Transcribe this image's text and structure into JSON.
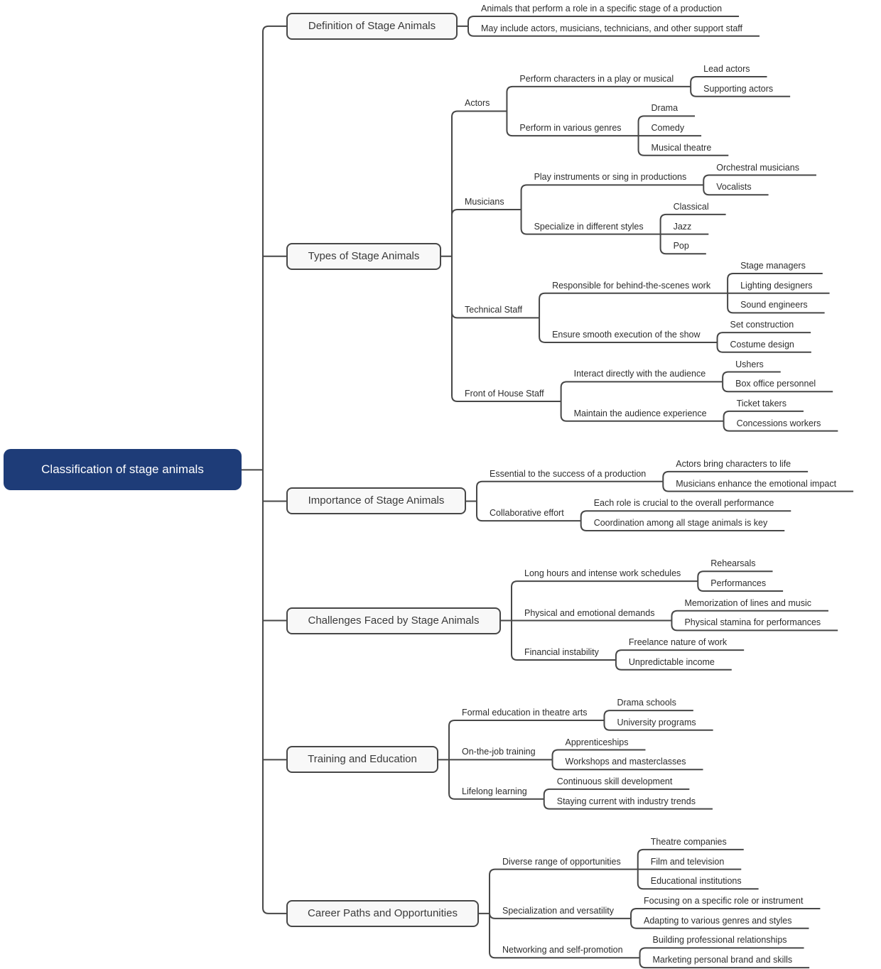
{
  "root": {
    "label": "Classification of stage animals"
  },
  "branches": [
    {
      "label": "Definition of Stage Animals",
      "children": [
        {
          "label": "Animals that perform a role in a specific stage of a production"
        },
        {
          "label": "May include actors, musicians, technicians, and other support staff"
        }
      ]
    },
    {
      "label": "Types of Stage Animals",
      "children": [
        {
          "label": "Actors",
          "children": [
            {
              "label": "Perform characters in a play or musical",
              "children": [
                {
                  "label": "Lead actors"
                },
                {
                  "label": "Supporting actors"
                }
              ]
            },
            {
              "label": "Perform in various genres",
              "children": [
                {
                  "label": "Drama"
                },
                {
                  "label": "Comedy"
                },
                {
                  "label": "Musical theatre"
                }
              ]
            }
          ]
        },
        {
          "label": "Musicians",
          "children": [
            {
              "label": "Play instruments or sing in productions",
              "children": [
                {
                  "label": "Orchestral musicians"
                },
                {
                  "label": "Vocalists"
                }
              ]
            },
            {
              "label": "Specialize in different styles",
              "children": [
                {
                  "label": "Classical"
                },
                {
                  "label": "Jazz"
                },
                {
                  "label": "Pop"
                }
              ]
            }
          ]
        },
        {
          "label": "Technical Staff",
          "children": [
            {
              "label": "Responsible for behind-the-scenes work",
              "children": [
                {
                  "label": "Stage managers"
                },
                {
                  "label": "Lighting designers"
                },
                {
                  "label": "Sound engineers"
                }
              ]
            },
            {
              "label": "Ensure smooth execution of the show",
              "children": [
                {
                  "label": "Set construction"
                },
                {
                  "label": "Costume design"
                }
              ]
            }
          ]
        },
        {
          "label": "Front of House Staff",
          "children": [
            {
              "label": "Interact directly with the audience",
              "children": [
                {
                  "label": "Ushers"
                },
                {
                  "label": "Box office personnel"
                }
              ]
            },
            {
              "label": "Maintain the audience experience",
              "children": [
                {
                  "label": "Ticket takers"
                },
                {
                  "label": "Concessions workers"
                }
              ]
            }
          ]
        }
      ]
    },
    {
      "label": "Importance of Stage Animals",
      "children": [
        {
          "label": "Essential to the success of a production",
          "children": [
            {
              "label": "Actors bring characters to life"
            },
            {
              "label": "Musicians enhance the emotional impact"
            }
          ]
        },
        {
          "label": "Collaborative effort",
          "children": [
            {
              "label": "Each role is crucial to the overall performance"
            },
            {
              "label": "Coordination among all stage animals is key"
            }
          ]
        }
      ]
    },
    {
      "label": "Challenges Faced by Stage Animals",
      "children": [
        {
          "label": "Long hours and intense work schedules",
          "children": [
            {
              "label": "Rehearsals"
            },
            {
              "label": "Performances"
            }
          ]
        },
        {
          "label": "Physical and emotional demands",
          "children": [
            {
              "label": "Memorization of lines and music"
            },
            {
              "label": "Physical stamina for performances"
            }
          ]
        },
        {
          "label": "Financial instability",
          "children": [
            {
              "label": "Freelance nature of work"
            },
            {
              "label": "Unpredictable income"
            }
          ]
        }
      ]
    },
    {
      "label": "Training and Education",
      "children": [
        {
          "label": "Formal education in theatre arts",
          "children": [
            {
              "label": "Drama schools"
            },
            {
              "label": "University programs"
            }
          ]
        },
        {
          "label": "On-the-job training",
          "children": [
            {
              "label": "Apprenticeships"
            },
            {
              "label": "Workshops and masterclasses"
            }
          ]
        },
        {
          "label": "Lifelong learning",
          "children": [
            {
              "label": "Continuous skill development"
            },
            {
              "label": "Staying current with industry trends"
            }
          ]
        }
      ]
    },
    {
      "label": "Career Paths and Opportunities",
      "children": [
        {
          "label": "Diverse range of opportunities",
          "children": [
            {
              "label": "Theatre companies"
            },
            {
              "label": "Film and television"
            },
            {
              "label": "Educational institutions"
            }
          ]
        },
        {
          "label": "Specialization and versatility",
          "children": [
            {
              "label": "Focusing on a specific role or instrument"
            },
            {
              "label": "Adapting to various genres and styles"
            }
          ]
        },
        {
          "label": "Networking and self-promotion",
          "children": [
            {
              "label": "Building professional relationships"
            },
            {
              "label": "Marketing personal brand and skills"
            }
          ]
        }
      ]
    }
  ],
  "colors": {
    "root_bg": "#1e3c78",
    "root_text": "#ffffff",
    "topic_bg": "#f8f8f8",
    "topic_border": "#474747",
    "connector_line": "#474747",
    "text": "#2d2d2d",
    "background": "#ffffff"
  }
}
